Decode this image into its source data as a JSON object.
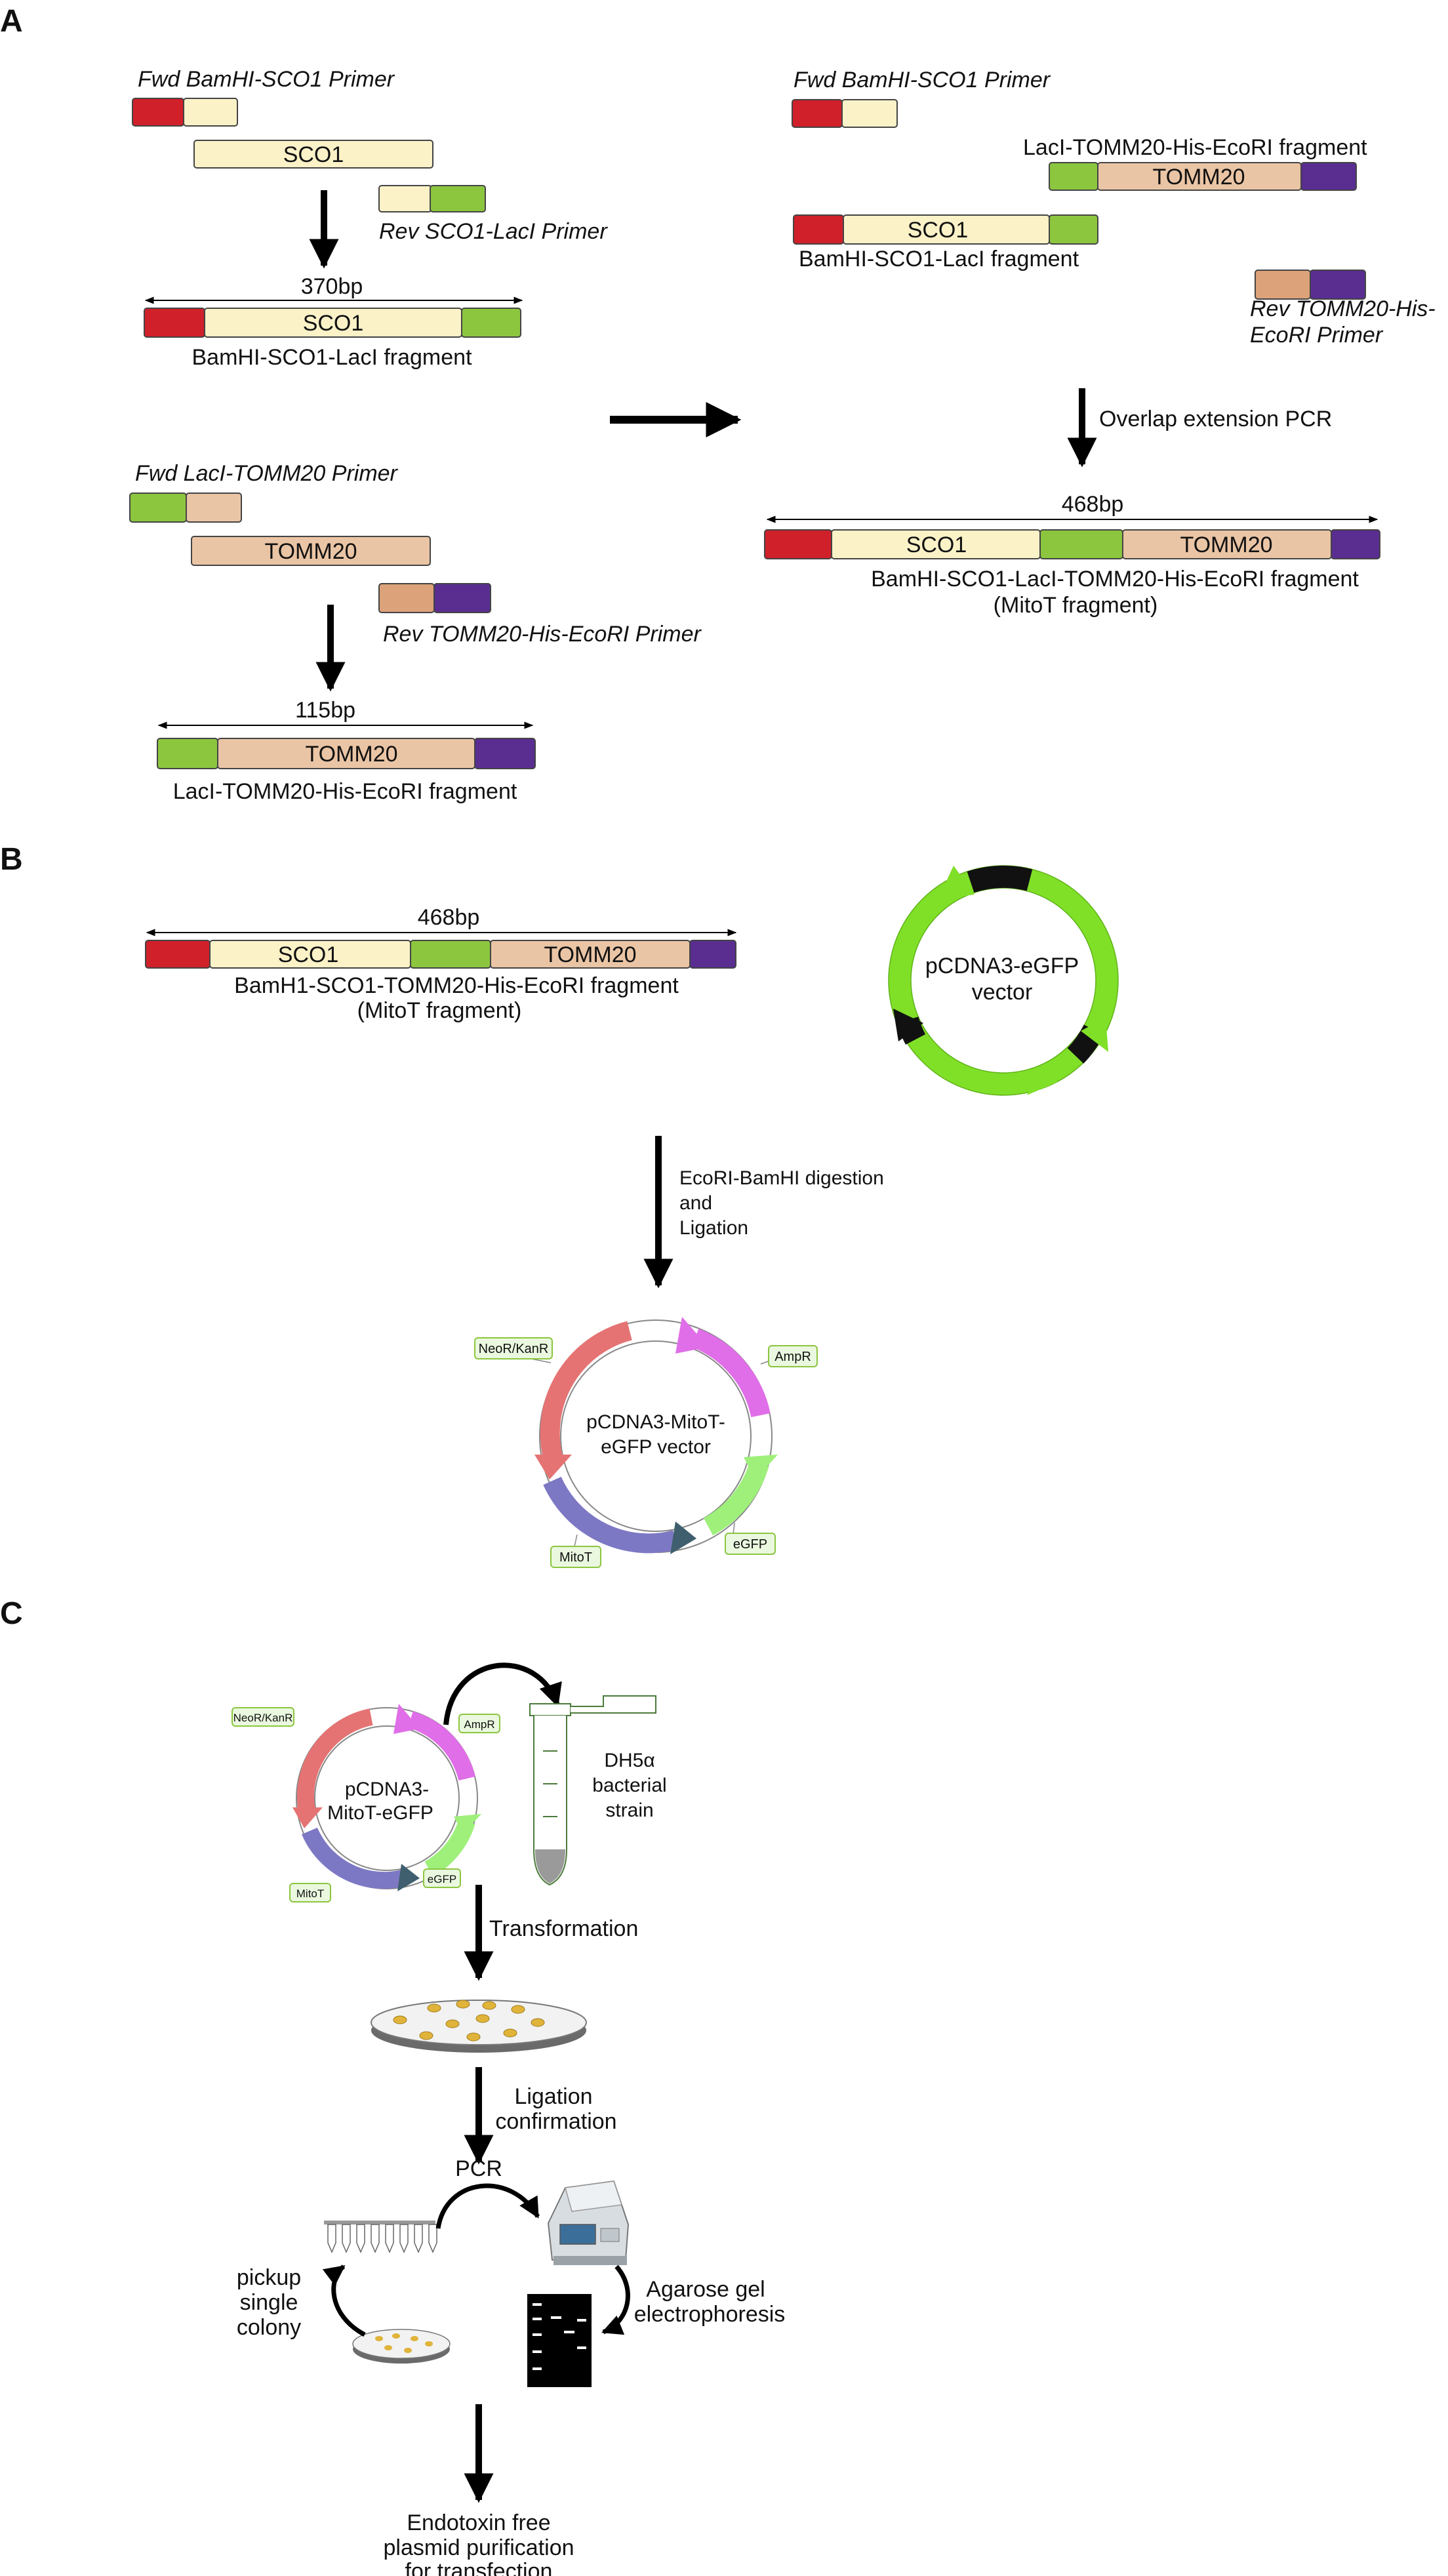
{
  "colors": {
    "bamhi": "#d0202a",
    "sco1": "#fbf2c8",
    "laci": "#8cc63f",
    "tomm20": "#eac5a5",
    "his_ecori": "#5a2d91",
    "tomm20_primer": "#dca27a",
    "plasmid_green": "#80e028",
    "neo": "#e57373",
    "amp": "#e06ee8",
    "mitot": "#7d78c4",
    "egfp": "#9ef07a",
    "colony": "#e0b33a"
  },
  "panelA": {
    "label": "A",
    "fwd_sco1_primer": "Fwd BamHI-SCO1 Primer",
    "sco1": "SCO1",
    "rev_sco1_primer": "Rev SCO1-LacI Primer",
    "size_370": "370bp",
    "bamhi_sco1_laci_fragment": "BamHI-SCO1-LacI fragment",
    "fwd_laci_primer": "Fwd LacI-TOMM20 Primer",
    "tomm20": "TOMM20",
    "rev_tomm20_primer": "Rev TOMM20-His-EcoRI Primer",
    "size_115": "115bp",
    "laci_tomm20_fragment": "LacI-TOMM20-His-EcoRI fragment",
    "right_fwd_primer": "Fwd BamHI-SCO1 Primer",
    "right_laci_fragment": "LacI-TOMM20-His-EcoRI fragment",
    "right_bamhi_fragment": "BamHI-SCO1-LacI fragment",
    "right_rev_primer_1": "Rev TOMM20-His-",
    "right_rev_primer_2": "EcoRI Primer",
    "overlap_pcr": "Overlap extension PCR",
    "size_468": "468bp",
    "final_fragment": "BamHI-SCO1-LacI-TOMM20-His-EcoRI fragment",
    "final_fragment_sub": "(MitoT fragment)"
  },
  "panelB": {
    "label": "B",
    "size_468": "468bp",
    "sco1": "SCO1",
    "tomm20": "TOMM20",
    "fragment": "BamH1-SCO1-TOMM20-His-EcoRI fragment",
    "fragment_sub": "(MitoT fragment)",
    "vector_1": "pCDNA3-eGFP",
    "vector_2": "vector",
    "step_1": "EcoRI-BamHI digestion",
    "step_2": "and",
    "step_3": "Ligation",
    "result_1": "pCDNA3-MitoT-",
    "result_2": "eGFP vector",
    "neo_tag": "NeoR/KanR",
    "amp_tag": "AmpR",
    "mitot_tag": "MitoT",
    "egfp_tag": "eGFP"
  },
  "panelC": {
    "label": "C",
    "plasmid_1": "pCDNA3-",
    "plasmid_2": "MitoT-eGFP",
    "neo_tag": "NeoR/KanR",
    "amp_tag": "AmpR",
    "mitot_tag": "MitoT",
    "egfp_tag": "eGFP",
    "strain_1": "DH5α",
    "strain_2": "bacterial",
    "strain_3": "strain",
    "transformation": "Transformation",
    "ligation_1": "Ligation",
    "ligation_2": "confirmation",
    "pcr": "PCR",
    "pickup_1": "pickup",
    "pickup_2": "single",
    "pickup_3": "colony",
    "agarose_1": "Agarose gel",
    "agarose_2": "electrophoresis",
    "final_1": "Endotoxin free",
    "final_2": "plasmid purification",
    "final_3": "for transfection"
  }
}
